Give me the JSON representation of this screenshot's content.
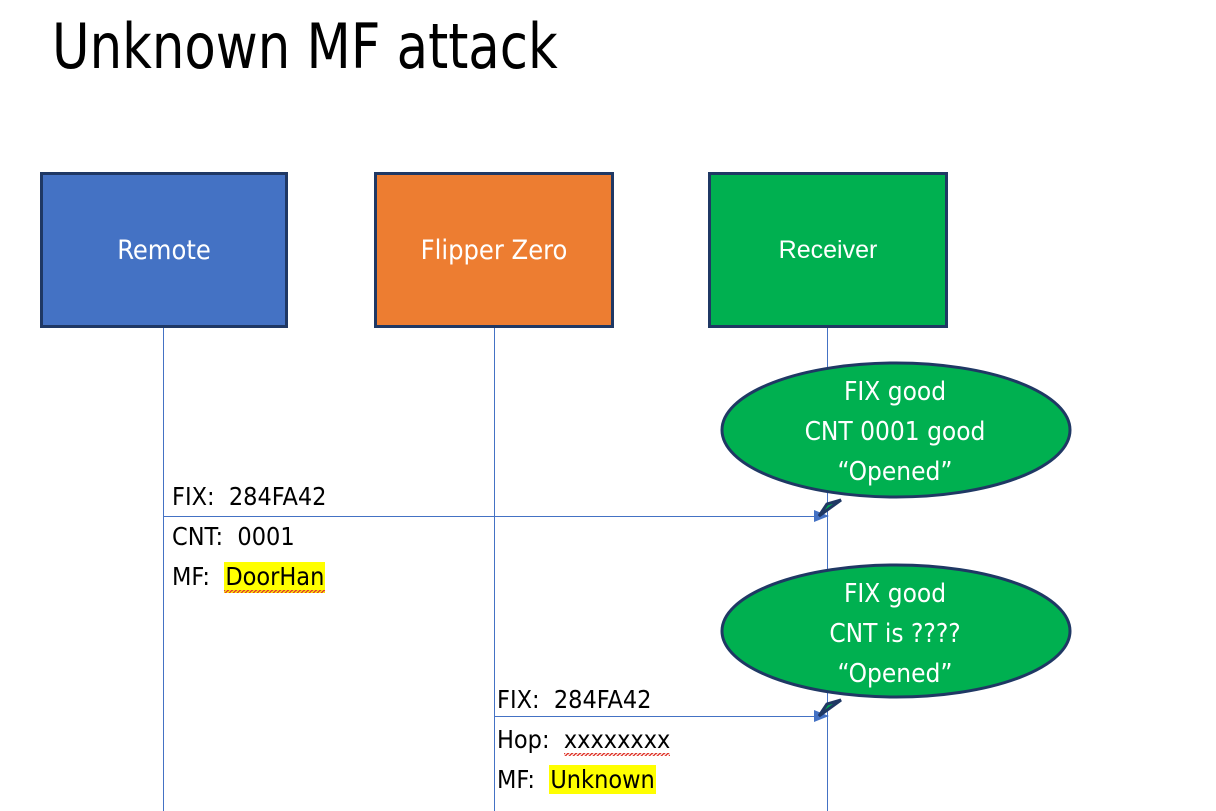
{
  "slide": {
    "title": "Unknown MF attack",
    "background_color": "#FFFFFF"
  },
  "colors": {
    "remote_fill": "#4472C4",
    "flipper_fill": "#ED7D31",
    "receiver_fill": "#00B050",
    "box_border": "#1F3864",
    "lifeline": "#4472C4",
    "arrow": "#4472C4",
    "highlight": "#FFFF00",
    "spellcheck_squiggle": "#E03C31",
    "callout_fill": "#00B050",
    "callout_border": "#1F3864",
    "callout_text": "#FFFFFF",
    "message_text": "#000000"
  },
  "actors": [
    {
      "id": "remote",
      "label": "Remote"
    },
    {
      "id": "flipper",
      "label": "Flipper Zero"
    },
    {
      "id": "receiver",
      "label": "Receiver"
    }
  ],
  "messages": [
    {
      "id": "msg-1",
      "from": "remote",
      "to": "receiver",
      "lines": [
        {
          "label": "FIX:",
          "value": "284FA42",
          "highlighted": false,
          "misspelled": false
        },
        {
          "label": "CNT:",
          "value": "0001",
          "highlighted": false,
          "misspelled": false
        },
        {
          "label": "MF:",
          "value": "DoorHan",
          "highlighted": true,
          "misspelled": true
        }
      ]
    },
    {
      "id": "msg-2",
      "from": "flipper",
      "to": "receiver",
      "lines": [
        {
          "label": "FIX:",
          "value": "284FA42",
          "highlighted": false,
          "misspelled": false
        },
        {
          "label": "Hop:",
          "value": "xxxxxxxx",
          "highlighted": false,
          "misspelled": true
        },
        {
          "label": "MF:",
          "value": "Unknown",
          "highlighted": true,
          "misspelled": false
        }
      ]
    }
  ],
  "callouts": [
    {
      "id": "callout-1",
      "attached_to": "receiver",
      "lines": [
        "FIX good",
        "CNT 0001 good",
        "“Opened”"
      ]
    },
    {
      "id": "callout-2",
      "attached_to": "receiver",
      "lines": [
        "FIX good",
        "CNT is ????",
        "“Opened”"
      ]
    }
  ]
}
